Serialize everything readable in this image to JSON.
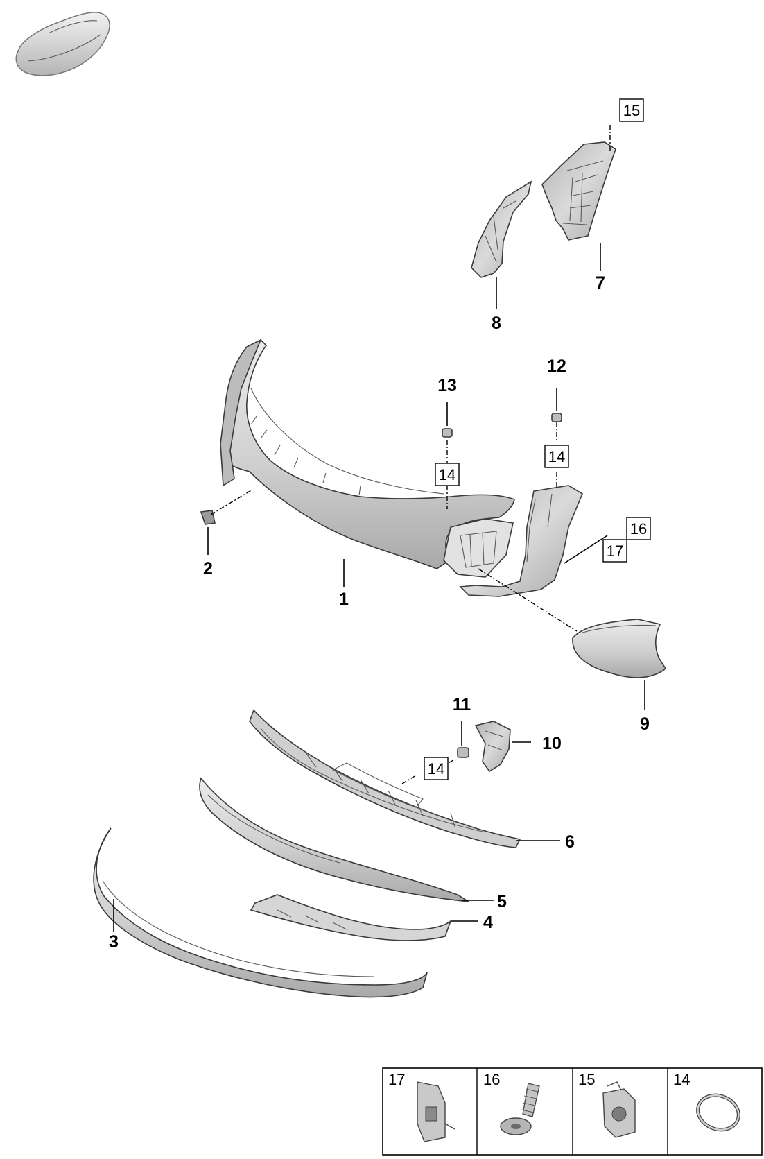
{
  "parts": {
    "p1": "1",
    "p2": "2",
    "p3": "3",
    "p4": "4",
    "p5": "5",
    "p6": "6",
    "p7": "7",
    "p8": "8",
    "p9": "9",
    "p10": "10",
    "p11": "11",
    "p12": "12",
    "p13": "13"
  },
  "boxed_refs": {
    "b15_top": "15",
    "b14_a": "14",
    "b14_b": "14",
    "b14_c": "14",
    "b16": "16",
    "b17": "17"
  },
  "legend": [
    {
      "label": "17",
      "icon": "clip-nut-icon"
    },
    {
      "label": "16",
      "icon": "screw-icon"
    },
    {
      "label": "15",
      "icon": "square-nut-icon"
    },
    {
      "label": "14",
      "icon": "seal-ring-icon"
    }
  ],
  "colors": {
    "part_fill": "#d4d4d4",
    "part_light": "#ececec",
    "part_dark": "#9a9a9a",
    "line": "#000000"
  }
}
